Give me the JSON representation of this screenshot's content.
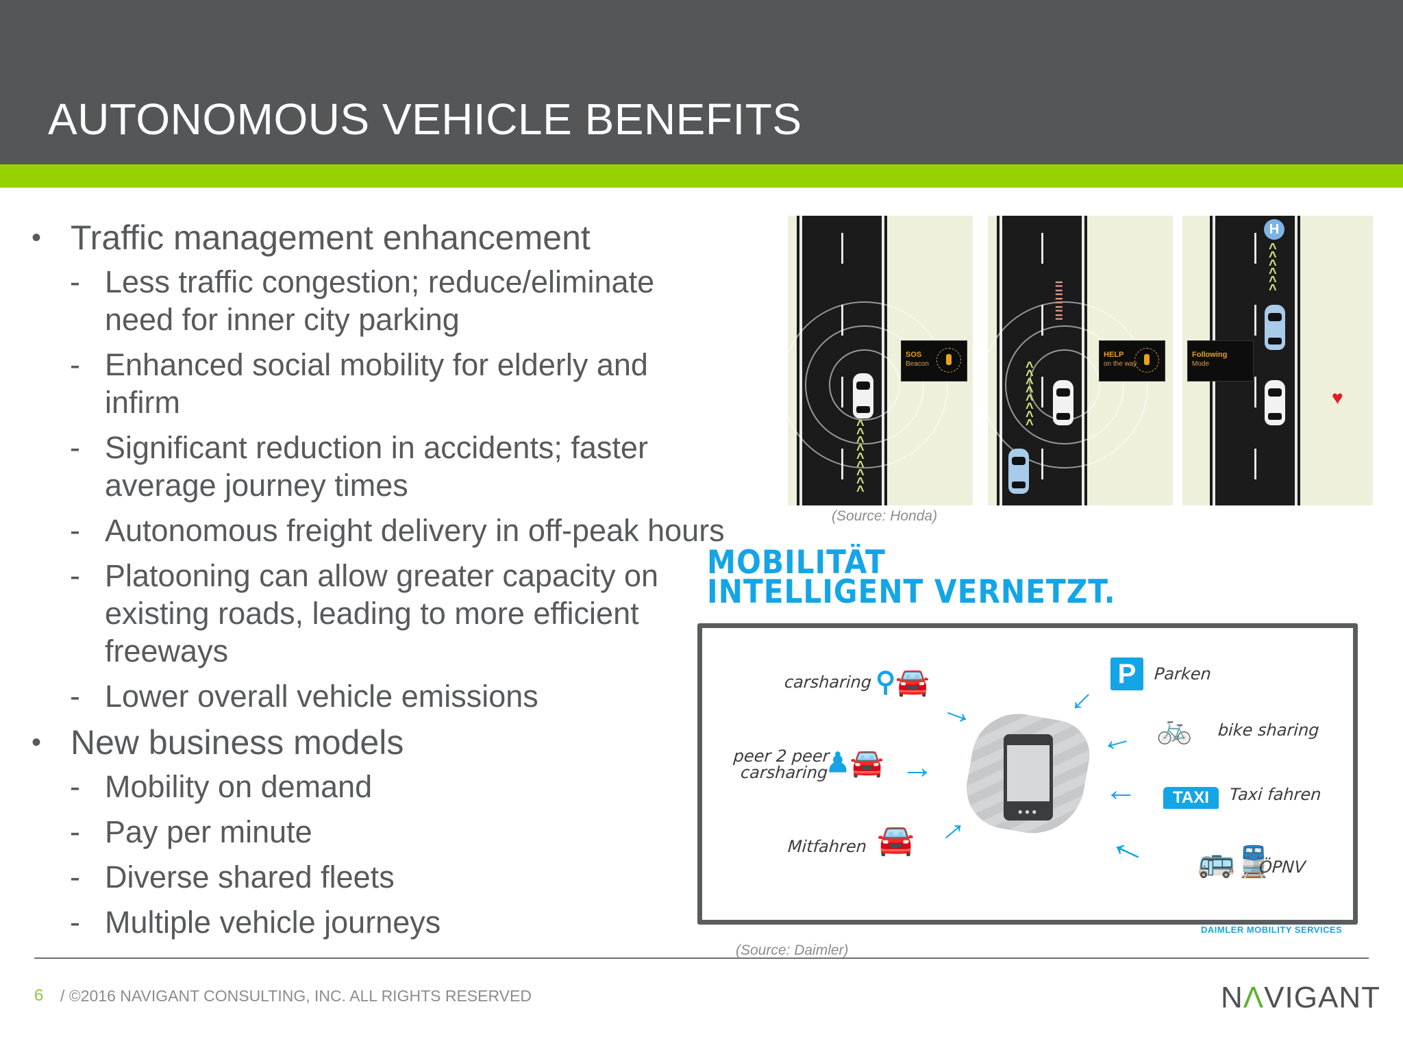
{
  "header": {
    "title": "AUTONOMOUS VEHICLE BENEFITS"
  },
  "colors": {
    "header_bg": "#555657",
    "accent_green": "#96d200",
    "text": "#58595b",
    "daimler_blue": "#14a5e6"
  },
  "bullets": [
    {
      "label": "Traffic management enhancement",
      "children": [
        "Less traffic congestion; reduce/eliminate need for inner city parking",
        "Enhanced social mobility for elderly and infirm",
        "Significant reduction in accidents; faster average journey times",
        "Autonomous freight delivery in off-peak hours",
        "Platooning can allow greater capacity on existing roads, leading to more efficient freeways",
        "Lower overall vehicle emissions"
      ]
    },
    {
      "label": "New business models",
      "children": [
        "Mobility on demand",
        "Pay per minute",
        "Diverse shared fleets",
        "Multiple vehicle journeys"
      ]
    }
  ],
  "bullet_marks": {
    "level1": "•",
    "level2": "-"
  },
  "honda_figure": {
    "panels": [
      {
        "label_line1": "SOS",
        "label_line2": "Beacon"
      },
      {
        "label_line1": "HELP",
        "label_line2": "on the way"
      },
      {
        "label_line1": "Following",
        "label_line2": "Mode",
        "marker": "H"
      }
    ],
    "source": "(Source: Honda)"
  },
  "daimler_figure": {
    "title_line1": "MOBILITÄT",
    "title_line2": "INTELLIGENT VERNETZT.",
    "items_left": [
      {
        "label": "carsharing",
        "icon": "key-car-icon"
      },
      {
        "label_line1": "peer 2 peer",
        "label_line2": "carsharing",
        "icon": "person-car-icon"
      },
      {
        "label": "Mitfahren",
        "icon": "passengers-car-icon"
      }
    ],
    "items_right": [
      {
        "label": "Parken",
        "icon": "parking-icon",
        "badge": "P"
      },
      {
        "label": "bike sharing",
        "icon": "bicycle-icon"
      },
      {
        "label": "Taxi fahren",
        "icon": "taxi-icon",
        "badge": "TAXI"
      },
      {
        "label": "ÖPNV",
        "icon": "bus-train-icon"
      }
    ],
    "center_icon": "smartphone-icon",
    "brand": "DAIMLER MOBILITY SERVICES",
    "source": "(Source: Daimler)"
  },
  "footer": {
    "page_number": "6",
    "copyright": "/ ©2016 NAVIGANT CONSULTING, INC. ALL RIGHTS RESERVED",
    "logo_pre": "N",
    "logo_a": "Λ",
    "logo_post": "VIGANT"
  }
}
